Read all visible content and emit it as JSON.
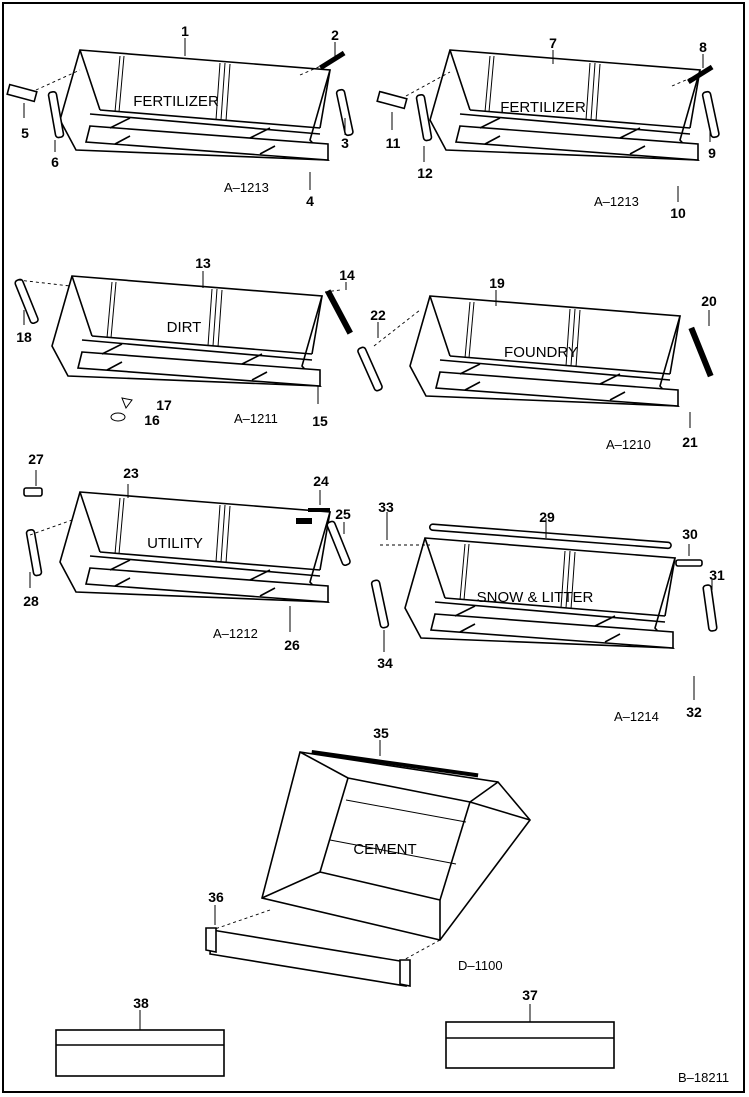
{
  "buckets": {
    "b1": {
      "label": "FERTILIZER",
      "ref": "A–1213"
    },
    "b2": {
      "label": "FERTILIZER",
      "ref": "A–1213"
    },
    "b3": {
      "label": "DIRT",
      "ref": "A–1211"
    },
    "b4": {
      "label": "FOUNDRY",
      "ref": "A–1210"
    },
    "b5": {
      "label": "UTILITY",
      "ref": "A–1212"
    },
    "b6": {
      "label": "SNOW & LITTER",
      "ref": "A–1214"
    },
    "b7": {
      "label": "CEMENT",
      "ref": "D–1100"
    }
  },
  "callouts": {
    "c1": "1",
    "c2": "2",
    "c3": "3",
    "c4": "4",
    "c5": "5",
    "c6": "6",
    "c7": "7",
    "c8": "8",
    "c9": "9",
    "c10": "10",
    "c11": "11",
    "c12": "12",
    "c13": "13",
    "c14": "14",
    "c15": "15",
    "c16": "16",
    "c17": "17",
    "c18": "18",
    "c19": "19",
    "c20": "20",
    "c21": "21",
    "c22": "22",
    "c23": "23",
    "c24": "24",
    "c25": "25",
    "c26": "26",
    "c27": "27",
    "c28": "28",
    "c29": "29",
    "c30": "30",
    "c31": "31",
    "c32": "32",
    "c33": "33",
    "c34": "34",
    "c35": "35",
    "c36": "36",
    "c37": "37",
    "c38": "38"
  },
  "figure_ref": "B–18211"
}
